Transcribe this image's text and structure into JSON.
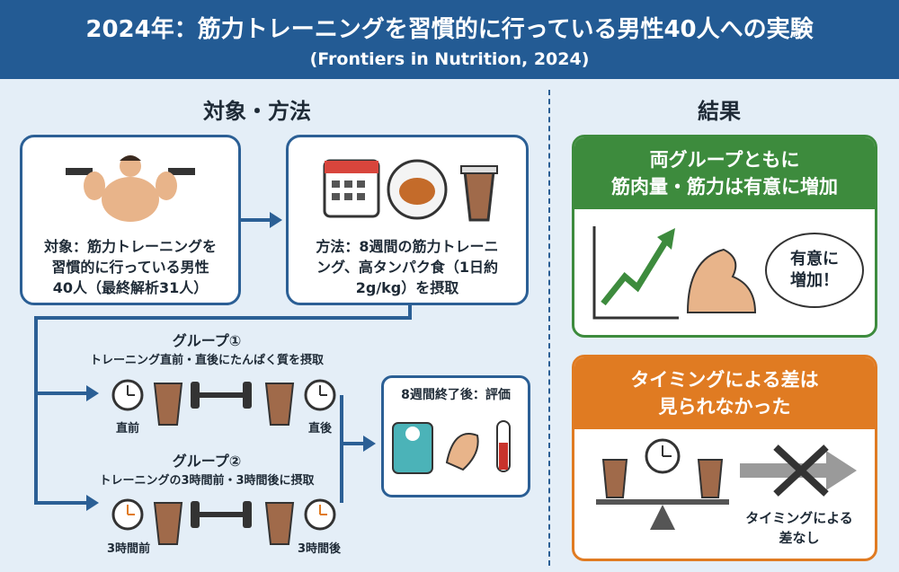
{
  "header": {
    "title": "2024年：筋力トレーニングを習慣的に行っている男性40人への実験",
    "subtitle": "(Frontiers in Nutrition, 2024)"
  },
  "left": {
    "heading": "対象・方法",
    "subject": [
      "対象：筋力トレーニングを",
      "習慣的に行っている男性",
      "40人（最終解析31人）"
    ],
    "method": [
      "方法：8週間の筋力トレーニ",
      "ング、高タンパク食（1日約",
      "2g/kg）を摂取"
    ],
    "group1": {
      "title": "グループ①",
      "desc": "トレーニング直前・直後にたんぱく質を摂取",
      "before": "直前",
      "after": "直後"
    },
    "group2": {
      "title": "グループ②",
      "desc": "トレーニングの3時間前・3時間後に摂取",
      "before": "3時間前",
      "after": "3時間後"
    },
    "evaluation": "8週間終了後：評価"
  },
  "right": {
    "heading": "結果",
    "result1": {
      "title": [
        "両グループともに",
        "筋肉量・筋力は有意に増加"
      ],
      "bubble": [
        "有意に",
        "増加！"
      ],
      "color": "#3d8b3d"
    },
    "result2": {
      "title": [
        "タイミングによる差は",
        "見られなかった"
      ],
      "caption": [
        "タイミングによる",
        "差なし"
      ],
      "color": "#e07b22"
    }
  }
}
